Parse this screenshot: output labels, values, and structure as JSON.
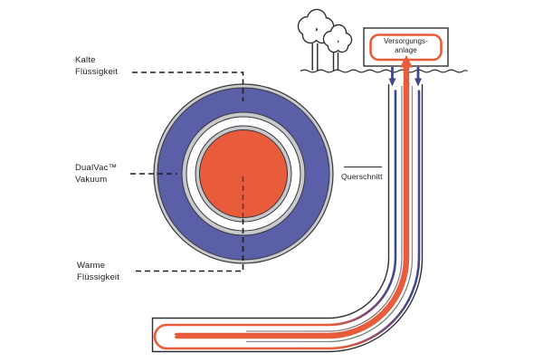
{
  "labels": {
    "kalte": {
      "line1": "Kalte",
      "line2": "Flüssigkeit"
    },
    "dualvac": {
      "line1": "DualVac™",
      "line2": "Vakuum"
    },
    "warme": {
      "line1": "Warme",
      "line2": "Flüssigkeit"
    },
    "querschnitt": "Querschnitt",
    "versorgung": {
      "line1": "Versorgungs-",
      "line2": "anlage"
    }
  },
  "colors": {
    "orange": "#e95c3b",
    "blue_ring": "#5a5fa8",
    "pipe_blue": "#424789",
    "purple_mid": "#7c4878",
    "ring_gray": "#c9c9cd",
    "outline": "#37373b",
    "wall": "#2f2f33",
    "vacuum_line": "#8b8b90",
    "leader": "#1c1c1c",
    "leader_warm": "#7e2a20",
    "ground": "#2a2a2a",
    "background": "#ffffff"
  }
}
